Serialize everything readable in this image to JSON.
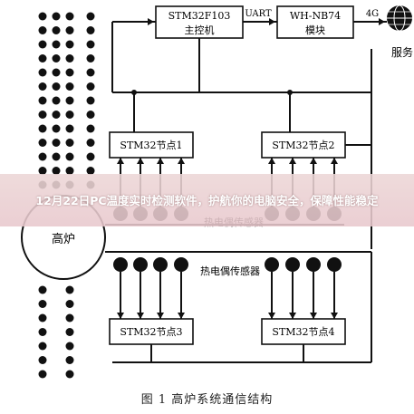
{
  "diagram": {
    "master": {
      "line1": "STM32F103",
      "line2": "主控机"
    },
    "link_uart": "UART",
    "module": {
      "line1": "WH-NB74",
      "line2": "模块"
    },
    "link_4g": "4G",
    "server_label": "服务",
    "nodes": [
      "STM32节点1",
      "STM32节点2",
      "STM32节点3",
      "STM32节点4"
    ],
    "sensor_labels": [
      "热电偶传感器",
      "热电偶传感器"
    ],
    "furnace_label": "高炉"
  },
  "caption": "图 1   高炉系统通信结构",
  "banner": "12月22日PC温度实时检测软件，护航你的电脑安全，保障性能稳定",
  "colors": {
    "line": "#111111",
    "banner_bg": "#e9d0d4",
    "banner_text": "#ffffff"
  }
}
